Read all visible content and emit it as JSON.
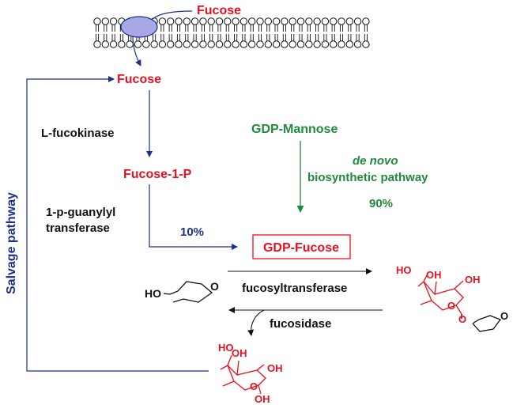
{
  "labels": {
    "fucose_outside": "Fucose",
    "fucose_inside": "Fucose",
    "l_fucokinase": "L-fucokinase",
    "fucose_1_p": "Fucose-1-P",
    "guanylyl_line1": "1-p-guanylyl",
    "guanylyl_line2": "transferase",
    "salvage_percent": "10%",
    "gdp_mannose": "GDP-Mannose",
    "de_novo_line1": "de novo",
    "de_novo_line2": "biosynthetic pathway",
    "de_novo_percent": "90%",
    "gdp_fucose": "GDP-Fucose",
    "fucosyltransferase": "fucosyltransferase",
    "fucosidase": "fucosidase",
    "salvage_pathway": "Salvage pathway"
  },
  "chem": {
    "ho": "HO",
    "o": "O",
    "oh": "OH"
  },
  "colors": {
    "red": "#e8101e",
    "green": "#1e8a3c",
    "navy": "#1f2f8c",
    "black": "#111111",
    "transporter": "#a9a8e6"
  }
}
